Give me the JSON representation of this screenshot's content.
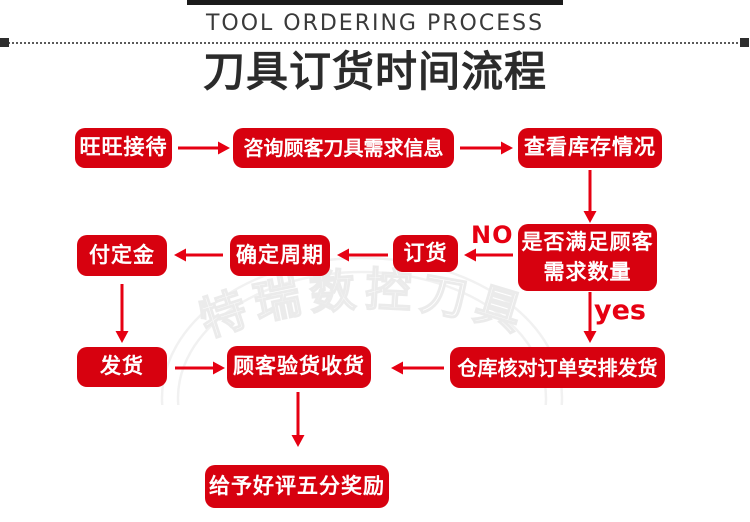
{
  "header": {
    "title_en": "TOOL ORDERING PROCESS",
    "title_zh": "刀具订货时间流程"
  },
  "watermark": {
    "text": "特瑞数控刀具"
  },
  "flow": {
    "nodes": [
      {
        "label": "旺旺接待"
      },
      {
        "label": "咨询顾客刀具需求信息"
      },
      {
        "label": "查看库存情况"
      },
      {
        "label": "是否满足顾客\n需求数量"
      },
      {
        "label": "订货"
      },
      {
        "label": "确定周期"
      },
      {
        "label": "付定金"
      },
      {
        "label": "发货"
      },
      {
        "label": "顾客验货收货"
      },
      {
        "label": "仓库核对订单安排发货"
      },
      {
        "label": "给予好评五分奖励"
      }
    ],
    "labels": {
      "no": "NO",
      "yes": "yes"
    }
  },
  "colors": {
    "box_red": "#d7010f",
    "arrow_red": "#e60012",
    "title_black": "#2b2b2b"
  }
}
